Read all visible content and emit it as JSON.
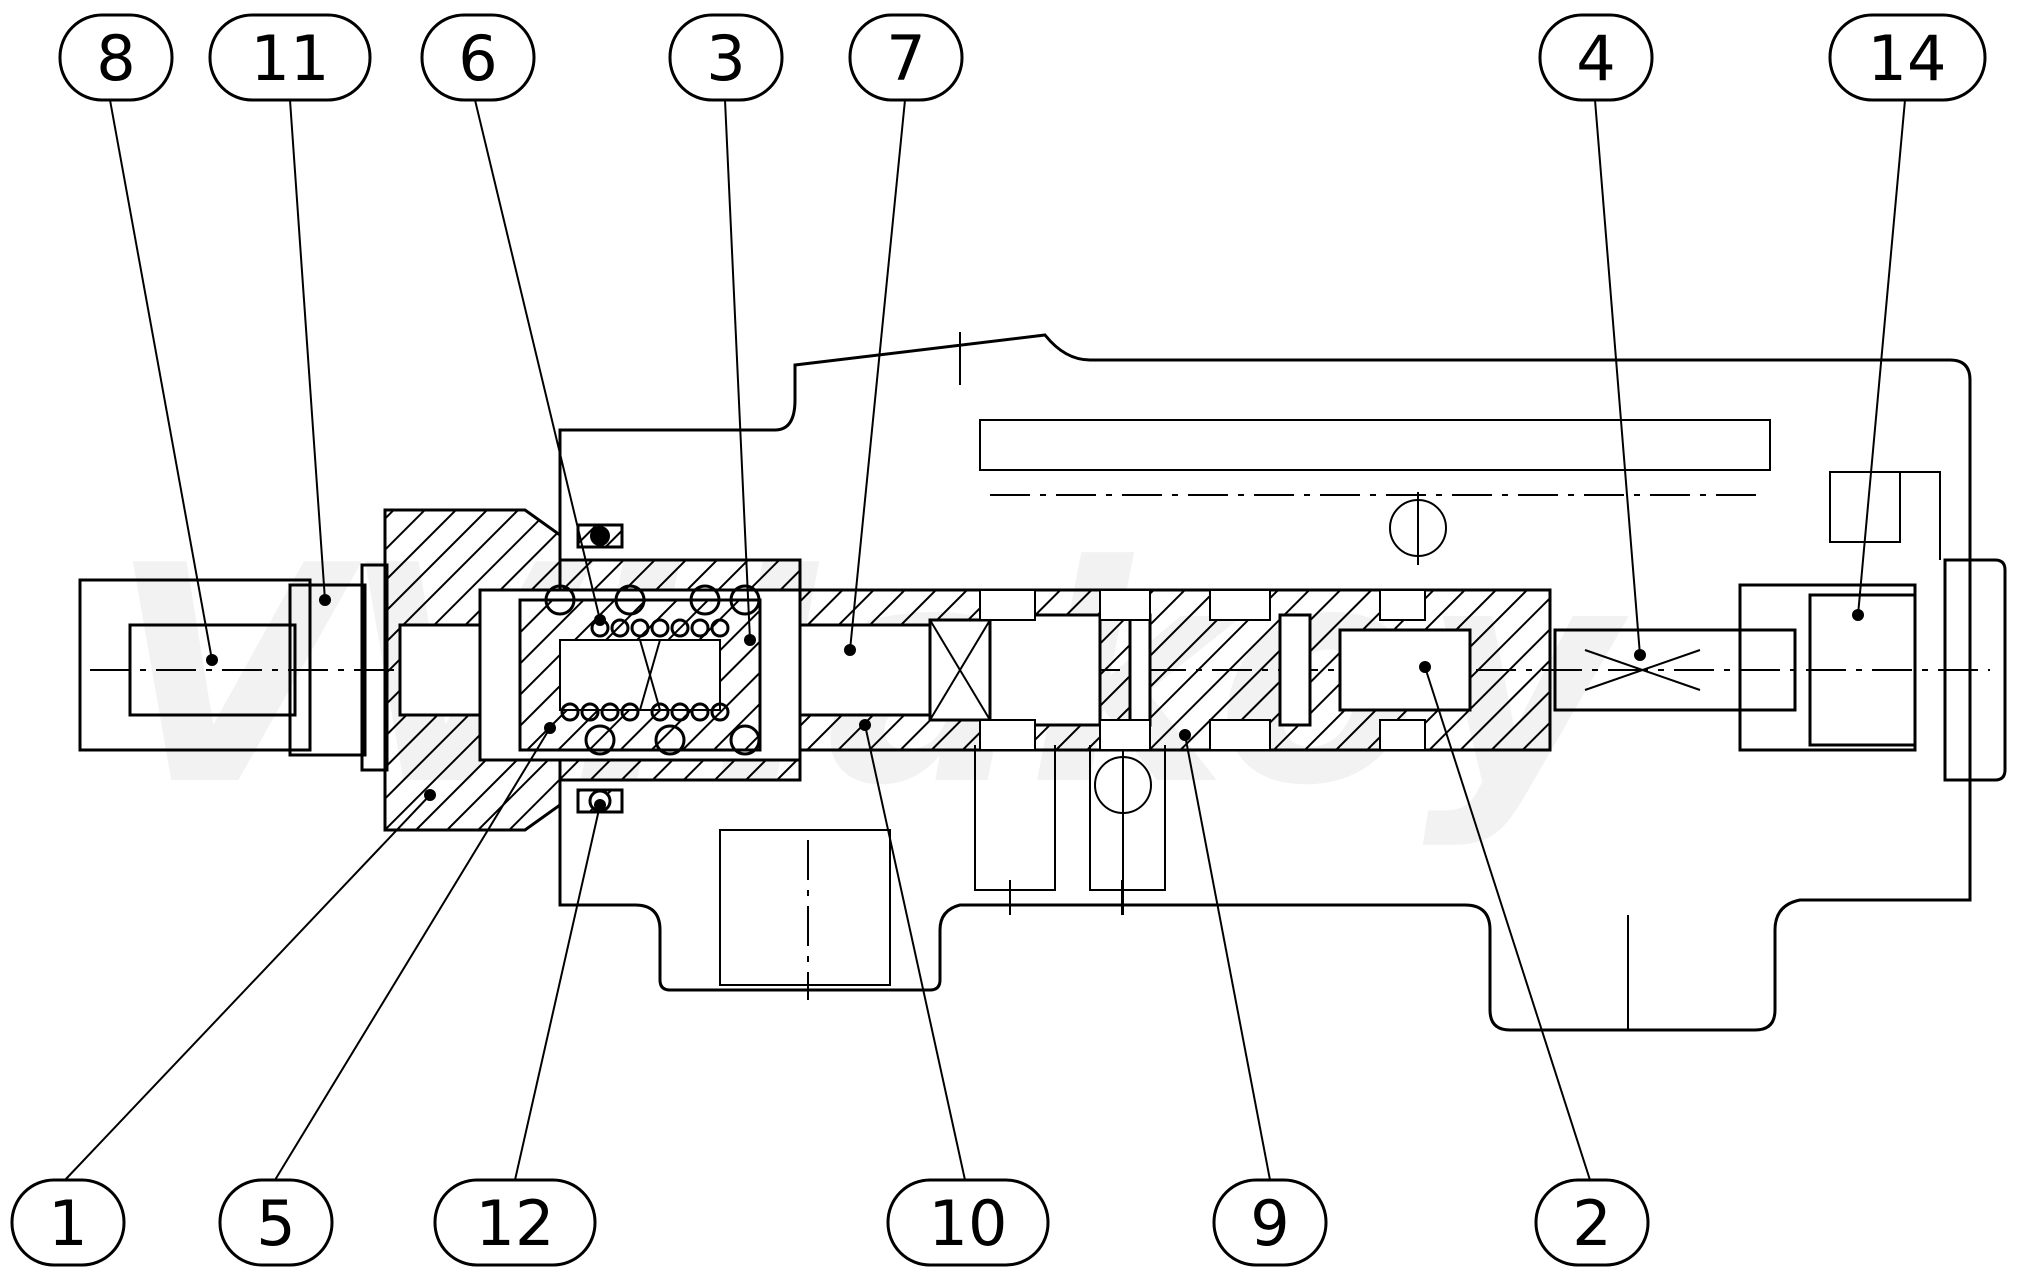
{
  "watermark": "VVHakoy",
  "callouts": [
    {
      "id": "c8",
      "label": "8"
    },
    {
      "id": "c11",
      "label": "11"
    },
    {
      "id": "c6",
      "label": "6"
    },
    {
      "id": "c3",
      "label": "3"
    },
    {
      "id": "c7",
      "label": "7"
    },
    {
      "id": "c4",
      "label": "4"
    },
    {
      "id": "c14",
      "label": "14"
    },
    {
      "id": "c1",
      "label": "1"
    },
    {
      "id": "c5",
      "label": "5"
    },
    {
      "id": "c12",
      "label": "12"
    },
    {
      "id": "c10",
      "label": "10"
    },
    {
      "id": "c9",
      "label": "9"
    },
    {
      "id": "c2",
      "label": "2"
    }
  ]
}
